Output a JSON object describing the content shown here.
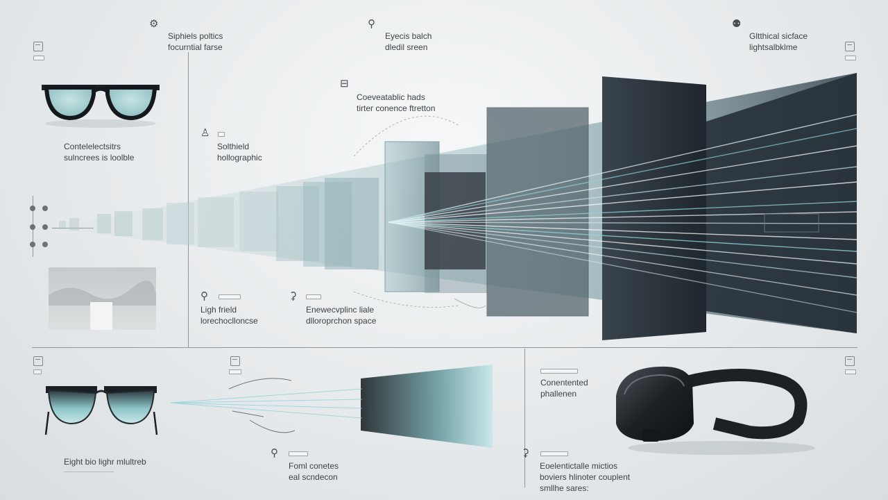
{
  "top_labels": {
    "optics": [
      "Siphiels poltics",
      "focurntial farse"
    ],
    "eyecis": [
      "Eyecis balch",
      "dledil sreen"
    ],
    "guthical": [
      "Gltthical sicface",
      "lightsalbklme"
    ]
  },
  "mid_labels": {
    "coevaetabic": [
      "Coeveatablic hads",
      "tirter conence ftretton"
    ],
    "solthield": [
      "Solthield",
      "hollographic"
    ],
    "contelet": [
      "Contelelectsitrs",
      "sulncrees is loolble"
    ],
    "ligh": [
      "Ligh frield",
      "lorechoclloncse"
    ],
    "enewe": [
      "Enewecvplinc liale",
      "dlloroprchon space"
    ]
  },
  "bottom_labels": {
    "eight": "Eight bio lighr mlultreb",
    "foml": [
      "Foml conetes",
      "eal scndecon"
    ],
    "contented": [
      "Conentented",
      "phallenen"
    ],
    "eoelentical": [
      "Eoelentictalle mictios",
      "boviers hlinoter couplent",
      "smllhe sares:"
    ]
  },
  "icons": [
    "info-icon",
    "frame-icon",
    "gear-icon",
    "person-icon",
    "lens-icon",
    "eye-icon",
    "glasses-icon",
    "vr-headset-icon"
  ],
  "colors": {
    "accent": "#8fd3d8",
    "panel_dark": "#2e3740",
    "lens": "#9cc9cc"
  }
}
